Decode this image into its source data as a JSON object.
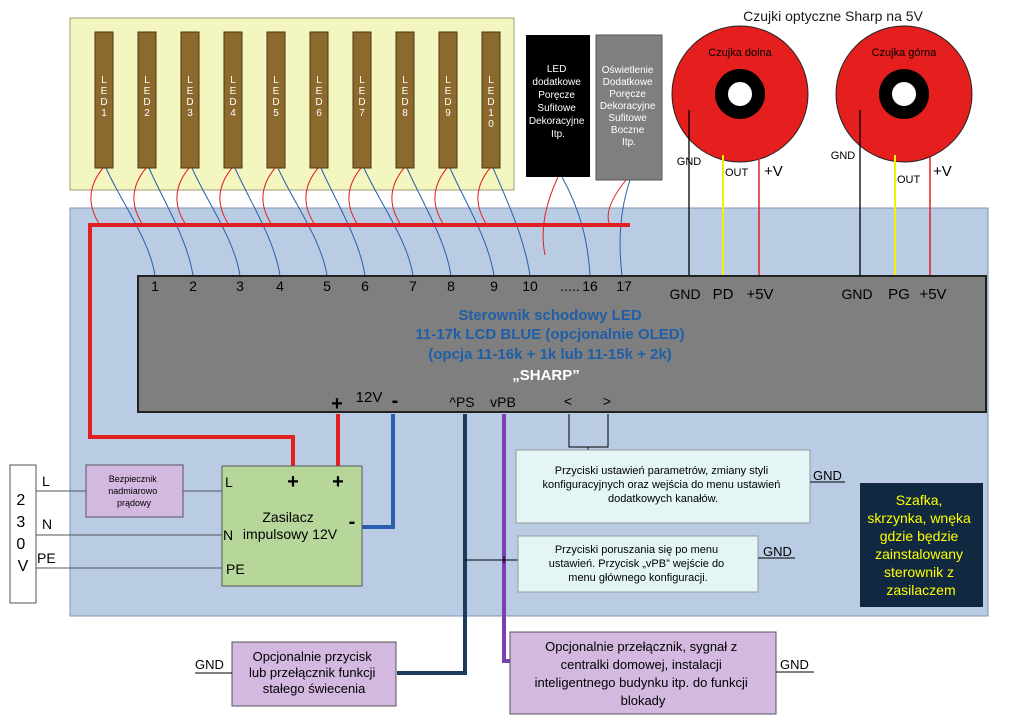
{
  "sensors": {
    "header": "Czujki optyczne Sharp na 5V",
    "lower": {
      "label": "Czujka dolna",
      "gnd": "GND",
      "out": "OUT",
      "vplus": "+V"
    },
    "upper": {
      "label": "Czujka górna",
      "gnd": "GND",
      "out": "OUT",
      "vplus": "+V"
    }
  },
  "leds": [
    "LED1",
    "LED2",
    "LED3",
    "LED4",
    "LED5",
    "LED6",
    "LED7",
    "LED8",
    "LED9",
    "LED10"
  ],
  "extra_led_box": [
    "LED",
    "dodatkowe",
    "Poręcze",
    "Sufitowe",
    "Dekoracyjne",
    "Itp."
  ],
  "lighting_box": [
    "Oświetlenie",
    "Dodatkowe",
    "Poręcze",
    "Dekoracyjne",
    "Sufitowe",
    "Boczne",
    "Itp."
  ],
  "controller": {
    "lines": [
      "Sterownik schodowy LED",
      "11-17k LCD BLUE (opcjonalnie OLED)",
      "(opcja 11-16k + 1k lub 11-15k + 2k)"
    ],
    "model": "„SHARP”",
    "channels": [
      "1",
      "2",
      "3",
      "4",
      "5",
      "6",
      "7",
      "8",
      "9",
      "10",
      ".....",
      "16",
      "17"
    ],
    "sensor_pins_lower": [
      "GND",
      "PD",
      "+5V"
    ],
    "sensor_pins_upper": [
      "GND",
      "PG",
      "+5V"
    ],
    "bottom_pins": {
      "plus": "+",
      "v12": "12V",
      "minus": "-",
      "ps": "^PS",
      "pb": "vPB",
      "lt": "<",
      "gt": ">"
    }
  },
  "mains": {
    "voltage": [
      "2",
      "3",
      "0",
      "V"
    ],
    "L": "L",
    "N": "N",
    "PE": "PE"
  },
  "fuse": [
    "Bezpiecznik",
    "nadmiarowo",
    "prądowy"
  ],
  "psu": {
    "L": "L",
    "N": "N",
    "PE": "PE",
    "plus1": "+",
    "plus2": "+",
    "minus": "-",
    "label": [
      "Zasilacz",
      "impulsowy 12V"
    ]
  },
  "settings_box": [
    "Przyciski ustawień parametrów, zmiany styli",
    "konfiguracyjnych oraz wejścia do menu ustawień",
    "dodatkowych kanałów."
  ],
  "settings_gnd": "GND",
  "nav_box": [
    "Przyciski poruszania się po menu",
    "ustawień. Przycisk „vPB” wejście do",
    "menu głównego konfiguracji."
  ],
  "nav_gnd": "GND",
  "cabinet": [
    "Szafka,",
    "skrzynka, wnęka",
    "gdzie będzie",
    "zainstalowany",
    "sterownik z",
    "zasilaczem"
  ],
  "opt_button": [
    "Opcjonalnie przycisk",
    "lub przełącznik funkcji",
    "stałego świecenia"
  ],
  "opt_button_gnd": "GND",
  "opt_switch": [
    "Opcjonalnie przełącznik, sygnał z",
    "centralki domowej, instalacji",
    "inteligentnego budynku itp. do funkcji",
    "blokady"
  ],
  "opt_switch_gnd": "GND",
  "colors": {
    "panel": "#b9cce4",
    "led_panel": "#f4f6c0",
    "led_strip": "#8c6a2e",
    "controller": "#7f7f7f",
    "controller_text": "#1f5fa8",
    "red_wire": "#e02020",
    "blue_wire": "#2a5fae",
    "navy_wire": "#1c3a5a",
    "purple_wire": "#7a3fb0",
    "yellow_wire": "#f2f200",
    "psu": "#b7d69a",
    "fuse": "#d3b8e0",
    "info_box": "#e4f5f5",
    "cabinet_box": "#102840",
    "cabinet_text": "#ffff00",
    "sensor_red": "#e51e1e"
  }
}
